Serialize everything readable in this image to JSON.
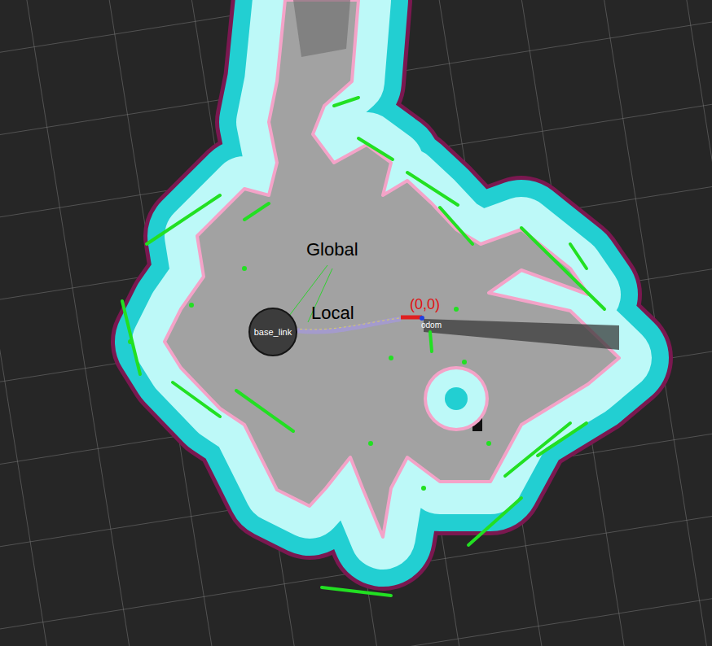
{
  "diagram": {
    "nodes": [
      {
        "text": [
          "base_link"
        ]
      }
    ],
    "labels": [
      "Global",
      "Local",
      "(0,0)",
      "odom"
    ]
  }
}
